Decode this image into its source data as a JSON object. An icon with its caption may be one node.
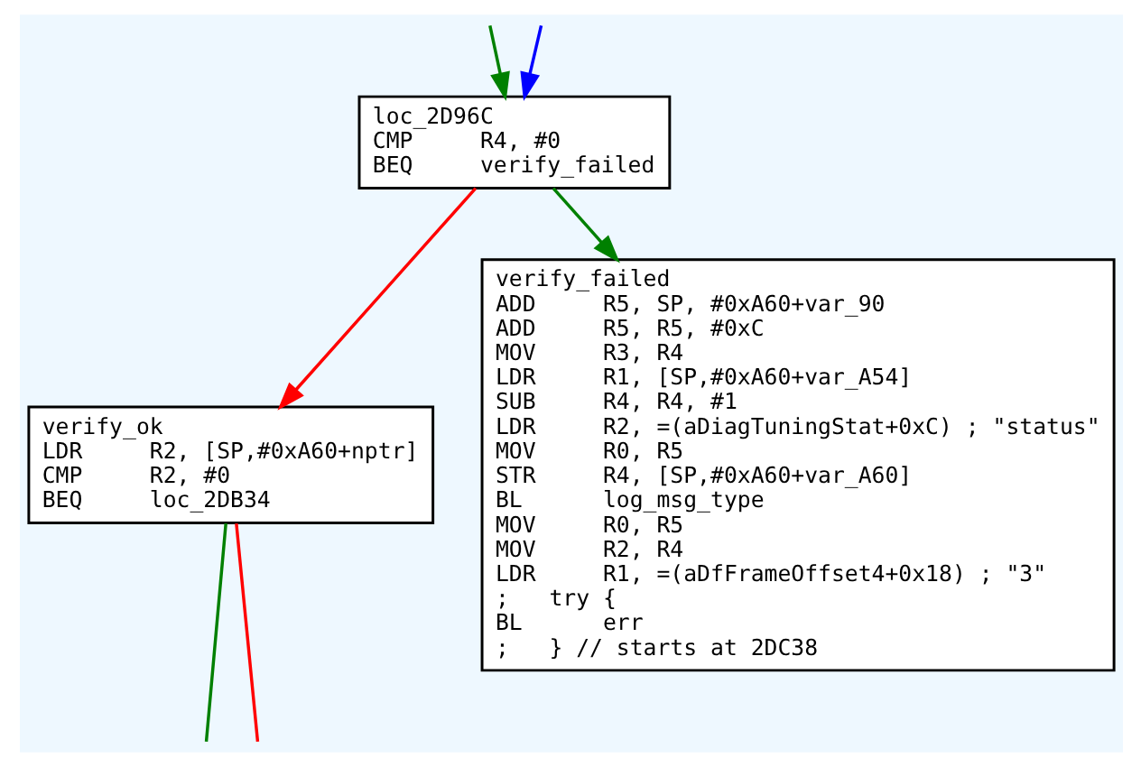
{
  "diagram": {
    "nodes": [
      {
        "text": [
          "loc_2D96C",
          "CMP     R4, #0",
          "BEQ     verify_failed"
        ]
      },
      {
        "text": [
          "verify_ok",
          "LDR     R2, [SP,#0xA60+nptr]",
          "CMP     R2, #0",
          "BEQ     loc_2DB34"
        ]
      },
      {
        "text": [
          "verify_failed",
          "ADD     R5, SP, #0xA60+var_90",
          "ADD     R5, R5, #0xC",
          "MOV     R3, R4",
          "LDR     R1, [SP,#0xA60+var_A54]",
          "SUB     R4, R4, #1",
          "LDR     R2, =(aDiagTuningStat+0xC) ; \"status\"",
          "MOV     R0, R5",
          "STR     R4, [SP,#0xA60+var_A60]",
          "BL      log_msg_type",
          "MOV     R0, R5",
          "MOV     R2, R4",
          "LDR     R1, =(aDfFrameOffset4+0x18) ; \"3\"",
          ";   try {",
          "BL      err",
          ";   } // starts at 2DC38"
        ]
      }
    ],
    "edges": [
      {
        "from": null,
        "to": 0,
        "arrow": "to",
        "color": "#0000ff"
      },
      {
        "from": null,
        "to": 0,
        "arrow": "to",
        "color": "#008000"
      },
      {
        "from": 0,
        "to": 1,
        "arrow": "to",
        "color": "#ff0000"
      },
      {
        "from": 0,
        "to": 2,
        "arrow": "to",
        "color": "#008000"
      },
      {
        "from": 1,
        "to": null,
        "arrow": "none",
        "color": "#ff0000"
      },
      {
        "from": 1,
        "to": null,
        "arrow": "none",
        "color": "#008000"
      }
    ]
  }
}
